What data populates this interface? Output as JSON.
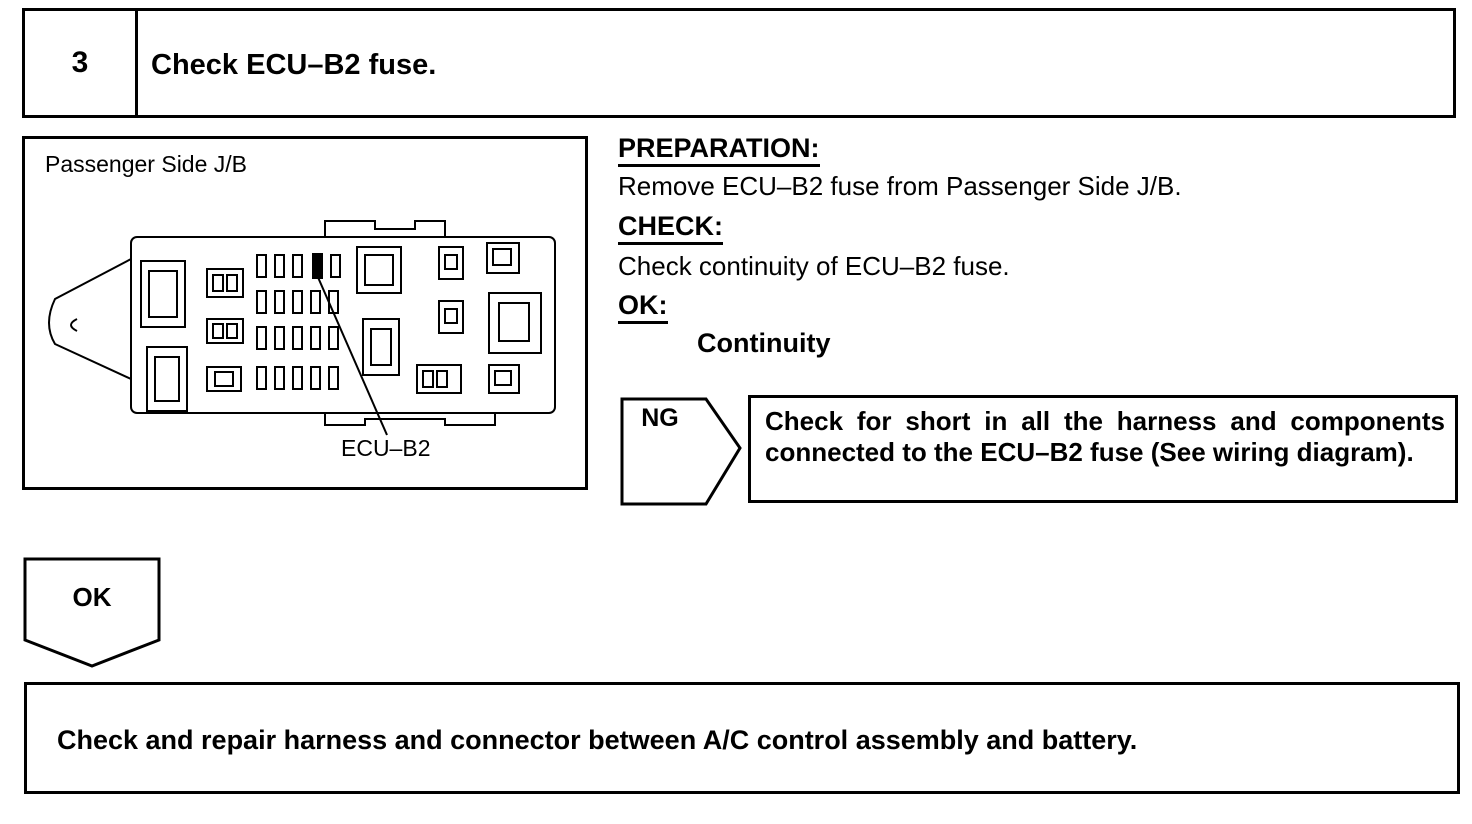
{
  "step": {
    "number": "3",
    "title": "Check ECU–B2 fuse."
  },
  "diagram": {
    "caption": "Passenger Side J/B",
    "callout": "ECU–B2"
  },
  "preparation": {
    "heading": "PREPARATION:",
    "text": "Remove ECU–B2 fuse from Passenger Side J/B."
  },
  "check": {
    "heading": "CHECK:",
    "text": "Check continuity of ECU–B2 fuse."
  },
  "ok": {
    "heading": "OK:",
    "result": "Continuity",
    "flow_label": "OK"
  },
  "ng": {
    "label": "NG",
    "action": "Check for short in all the harness and components connected to the ECU–B2 fuse (See wiring diagram)."
  },
  "final_action": "Check and repair harness and connector between A/C control assembly and battery."
}
